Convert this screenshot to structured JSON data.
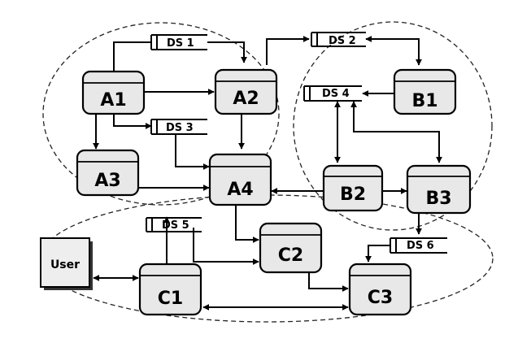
{
  "processes": [
    {
      "id": "A1",
      "label": "A1"
    },
    {
      "id": "A2",
      "label": "A2"
    },
    {
      "id": "A3",
      "label": "A3"
    },
    {
      "id": "A4",
      "label": "A4"
    },
    {
      "id": "B1",
      "label": "B1"
    },
    {
      "id": "B2",
      "label": "B2"
    },
    {
      "id": "B3",
      "label": "B3"
    },
    {
      "id": "C1",
      "label": "C1"
    },
    {
      "id": "C2",
      "label": "C2"
    },
    {
      "id": "C3",
      "label": "C3"
    }
  ],
  "data_stores": [
    {
      "id": "DS1",
      "label": "DS 1"
    },
    {
      "id": "DS2",
      "label": "DS 2"
    },
    {
      "id": "DS3",
      "label": "DS 3"
    },
    {
      "id": "DS4",
      "label": "DS 4"
    },
    {
      "id": "DS5",
      "label": "DS 5"
    },
    {
      "id": "DS6",
      "label": "DS 6"
    }
  ],
  "external_entity": {
    "label": "User"
  }
}
